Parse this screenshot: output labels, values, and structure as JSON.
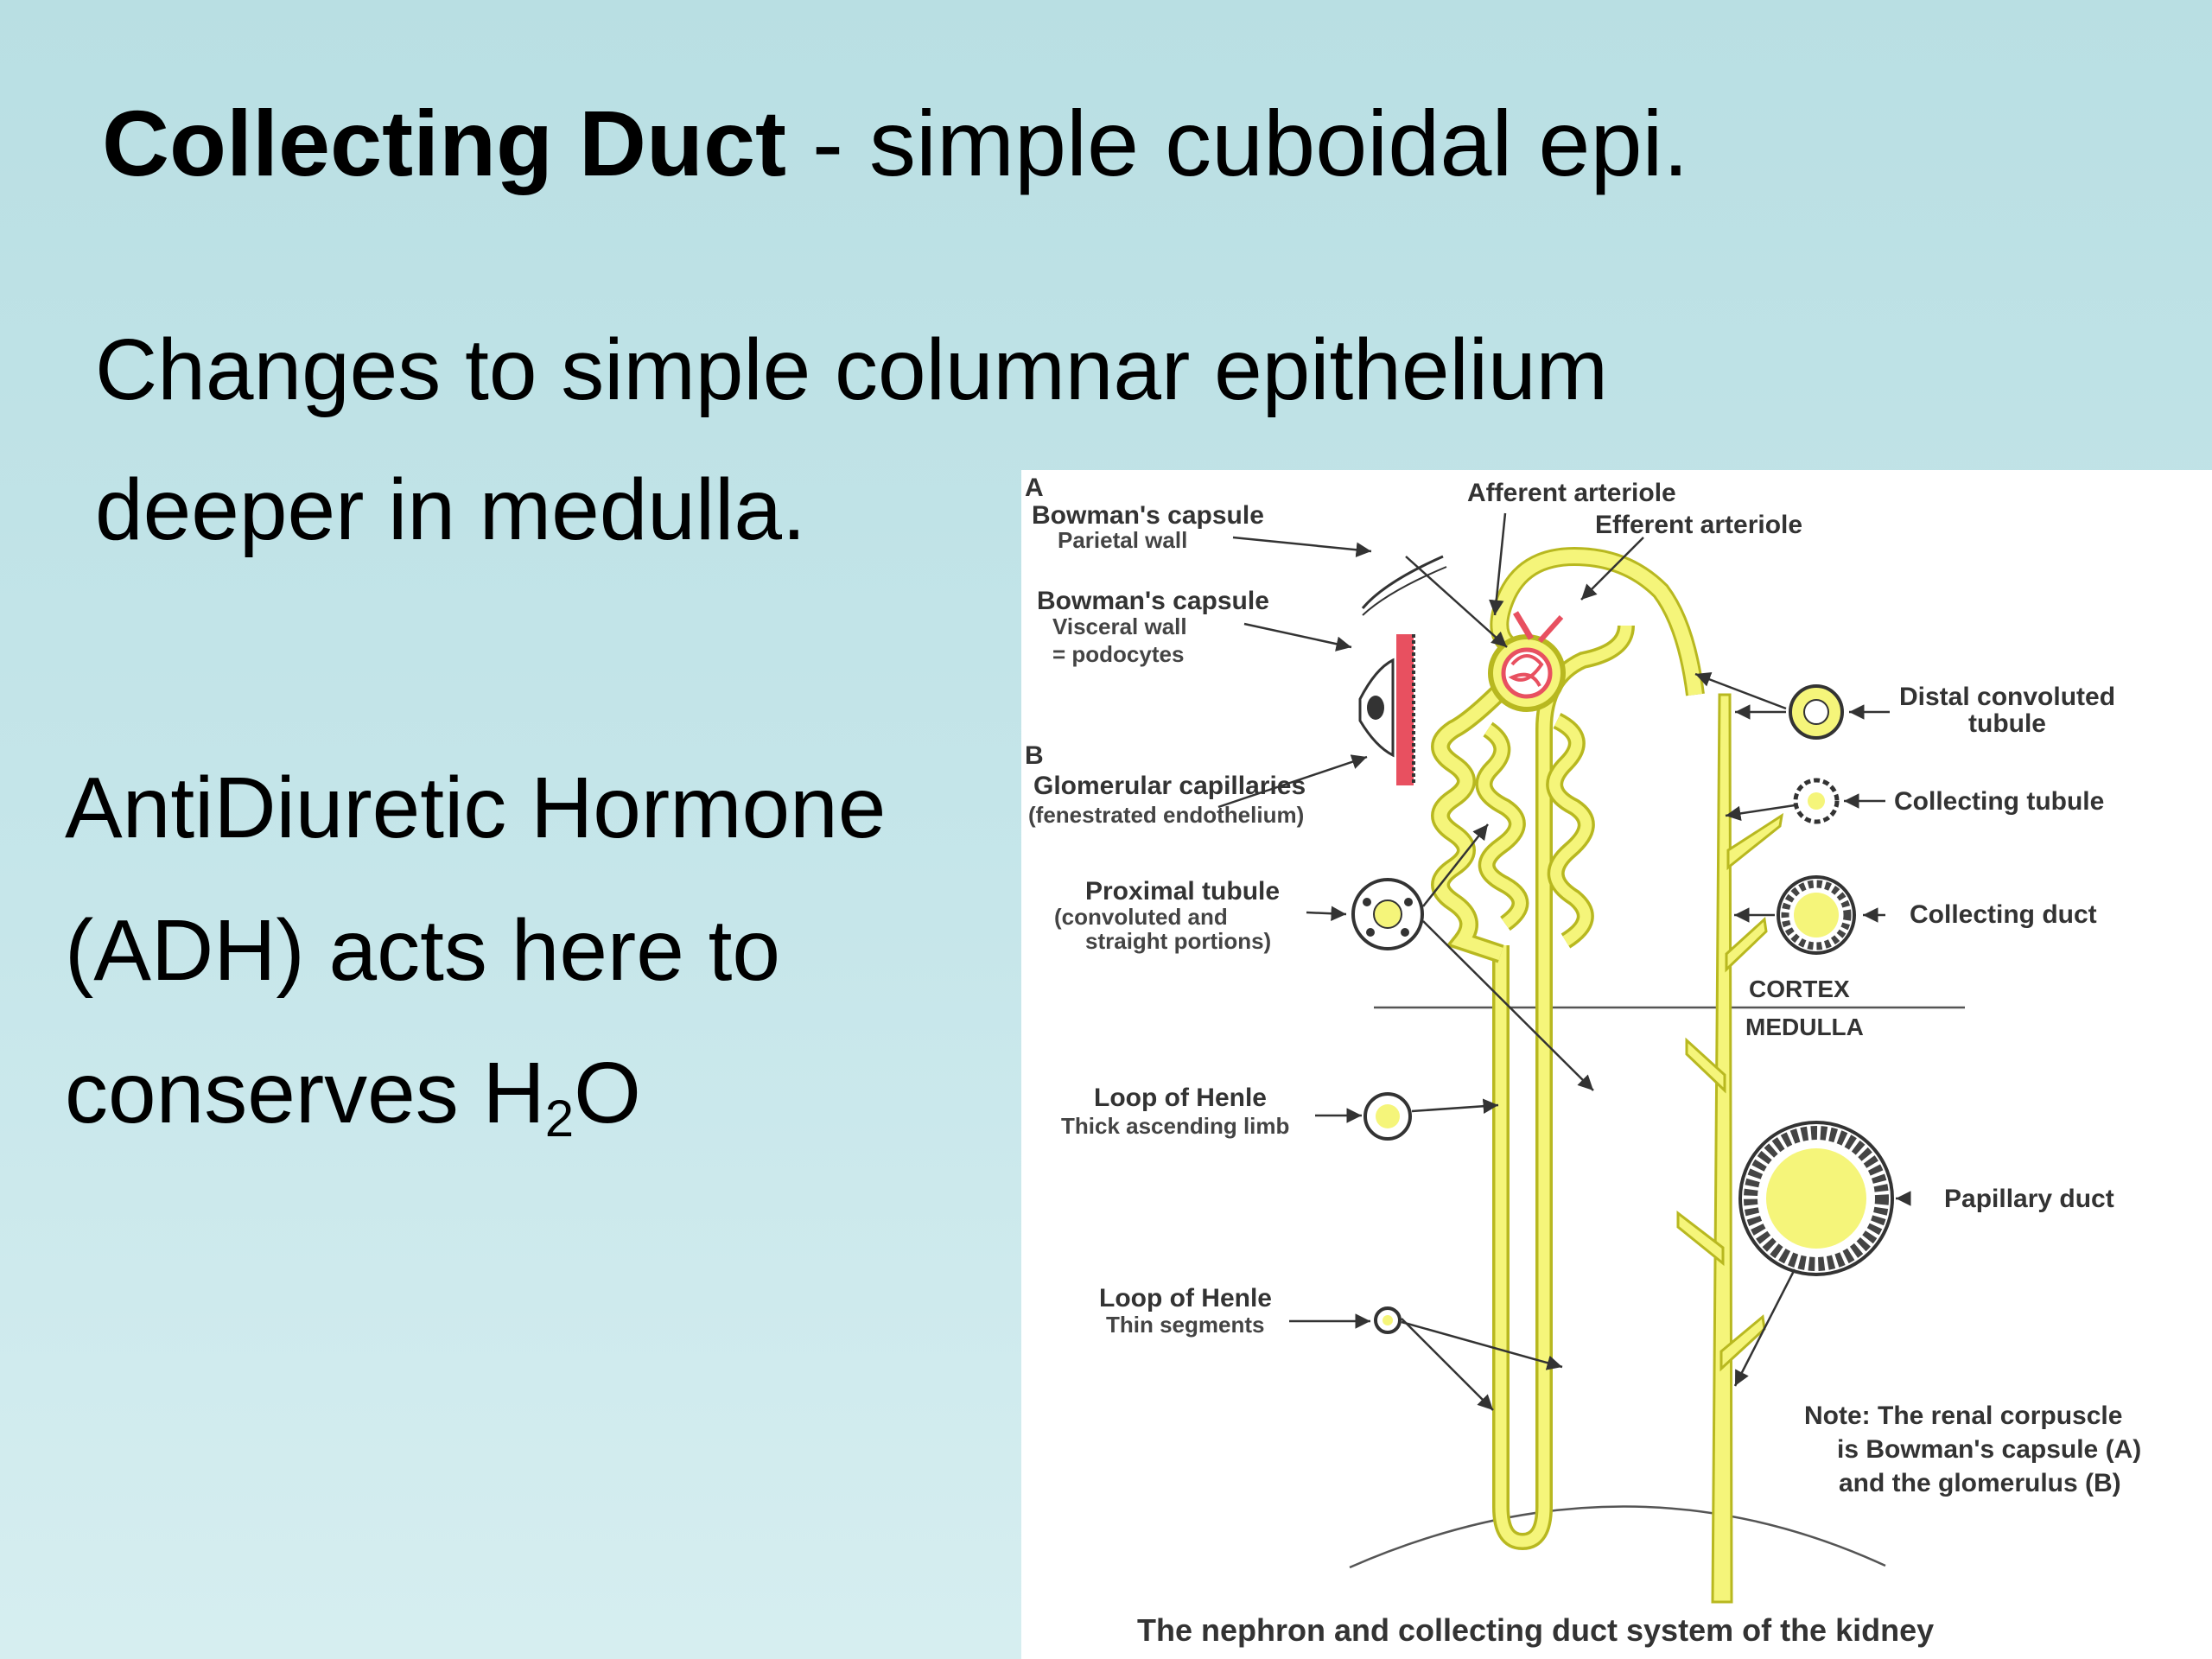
{
  "slide": {
    "title_bold": "Collecting Duct",
    "title_rest": "  - simple cuboidal epi.",
    "line1": "Changes to simple columnar epithelium",
    "line2": "deeper in medulla.",
    "adh_line1": "AntiDiuretic Hormone",
    "adh_line2": "(ADH) acts here to",
    "adh_line3_pre": "conserves H",
    "adh_line3_sub": "2",
    "adh_line3_post": "O"
  },
  "diagram": {
    "caption": "The nephron and collecting duct system of the kidney",
    "label_a": "A",
    "label_b": "B",
    "bowman_parietal_1": "Bowman's capsule",
    "bowman_parietal_2": "Parietal wall",
    "bowman_visceral_1": "Bowman's capsule",
    "bowman_visceral_2": "Visceral wall",
    "bowman_visceral_3": "= podocytes",
    "glomerular_1": "Glomerular capillaries",
    "glomerular_2": "(fenestrated endothelium)",
    "proximal_1": "Proximal tubule",
    "proximal_2": "(convoluted and",
    "proximal_3": "straight portions)",
    "loop_thick_1": "Loop of Henle",
    "loop_thick_2": "Thick ascending limb",
    "loop_thin_1": "Loop of Henle",
    "loop_thin_2": "Thin segments",
    "afferent": "Afferent arteriole",
    "efferent": "Efferent arteriole",
    "distal_1": "Distal convoluted",
    "distal_2": "tubule",
    "collecting_tubule": "Collecting tubule",
    "collecting_duct": "Collecting duct",
    "cortex": "CORTEX",
    "medulla": "MEDULLA",
    "papillary": "Papillary duct",
    "note_1": "Note: The renal corpuscle",
    "note_2": "is Bowman's capsule (A)",
    "note_3": "and the glomerulus (B)",
    "colors": {
      "tubule": "#f5f57a",
      "tubule_edge": "#b8b820",
      "vessel": "#e85060"
    }
  }
}
